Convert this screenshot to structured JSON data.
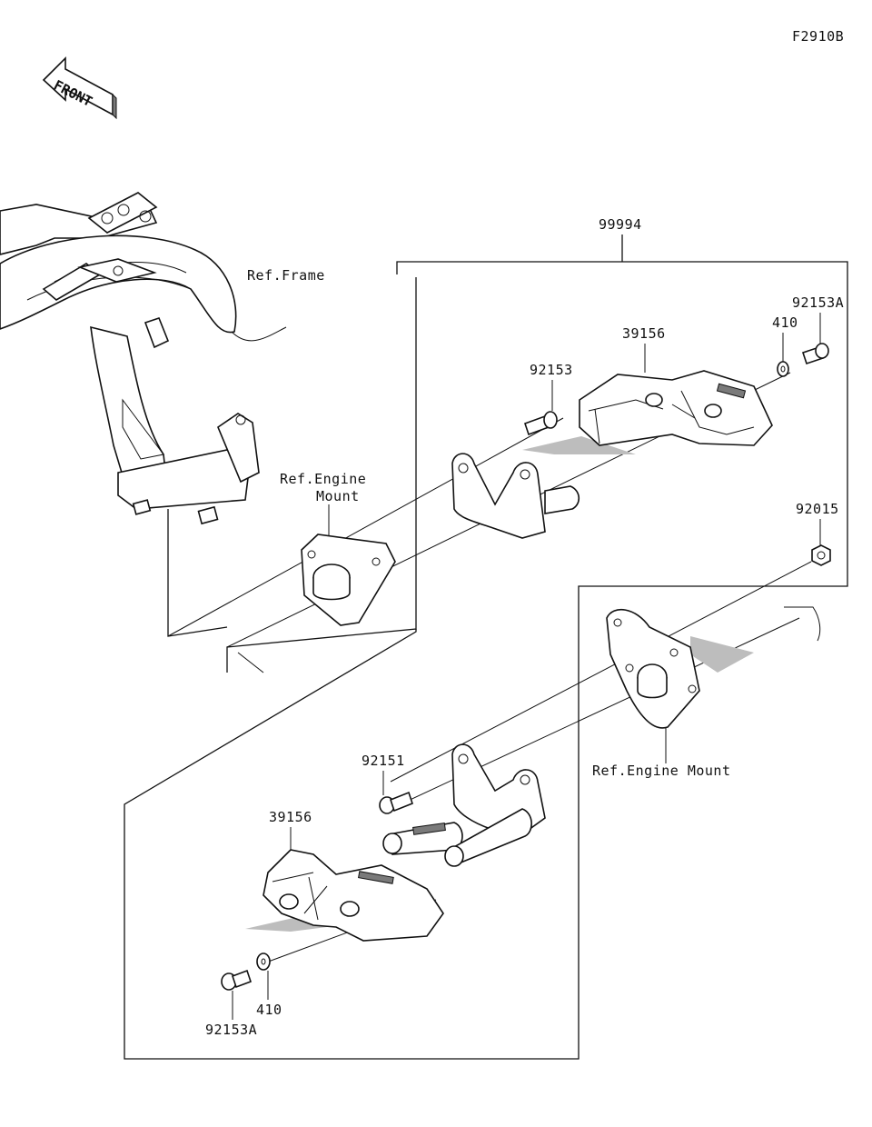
{
  "figure_code": "F2910B",
  "front_indicator": "FRONT",
  "references": {
    "frame": "Ref.Frame",
    "engine_mount_upper_line1": "Ref.Engine",
    "engine_mount_upper_line2": "Mount",
    "engine_mount_lower": "Ref.Engine Mount"
  },
  "parts": {
    "kit": "99994",
    "slider_upper": "39156",
    "slider_lower": "39156",
    "bolt_upper": "92153",
    "bolt_lower": "92151",
    "screw_upper": "92153A",
    "screw_lower": "92153A",
    "washer_upper": "410",
    "washer_lower": "410",
    "nut": "92015"
  }
}
